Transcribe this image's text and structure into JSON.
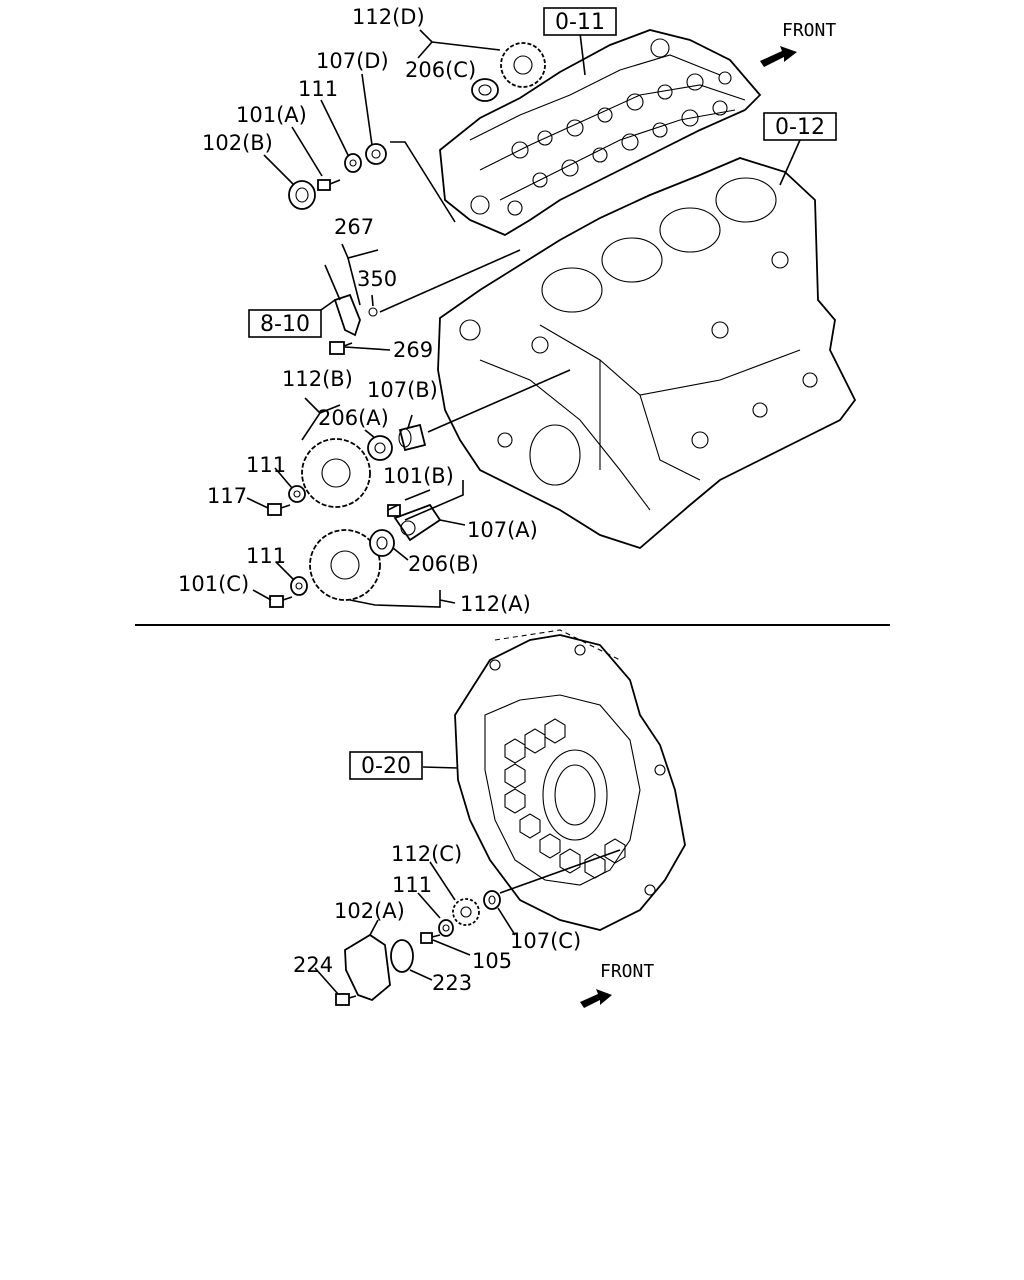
{
  "upper_section": {
    "front_label": "FRONT",
    "refs": {
      "cylinder_head": "0-11",
      "cylinder_block": "0-12",
      "sensor_group": "8-10"
    },
    "callouts": {
      "c112d": "112(D)",
      "c206c": "206(C)",
      "c107d": "107(D)",
      "c111_top": "111",
      "c101a": "101(A)",
      "c102b": "102(B)",
      "c267": "267",
      "c350": "350",
      "c269": "269",
      "c112b": "112(B)",
      "c107b": "107(B)",
      "c206a": "206(A)",
      "c111_mid": "111",
      "c117": "117",
      "c101b": "101(B)",
      "c107a": "107(A)",
      "c111_low": "111",
      "c206b": "206(B)",
      "c101c": "101(C)",
      "c112a": "112(A)"
    }
  },
  "lower_section": {
    "front_label": "FRONT",
    "refs": {
      "flywheel_housing": "0-20"
    },
    "callouts": {
      "c112c": "112(C)",
      "c111": "111",
      "c102a": "102(A)",
      "c107c": "107(C)",
      "c105": "105",
      "c224": "224",
      "c223": "223"
    }
  }
}
